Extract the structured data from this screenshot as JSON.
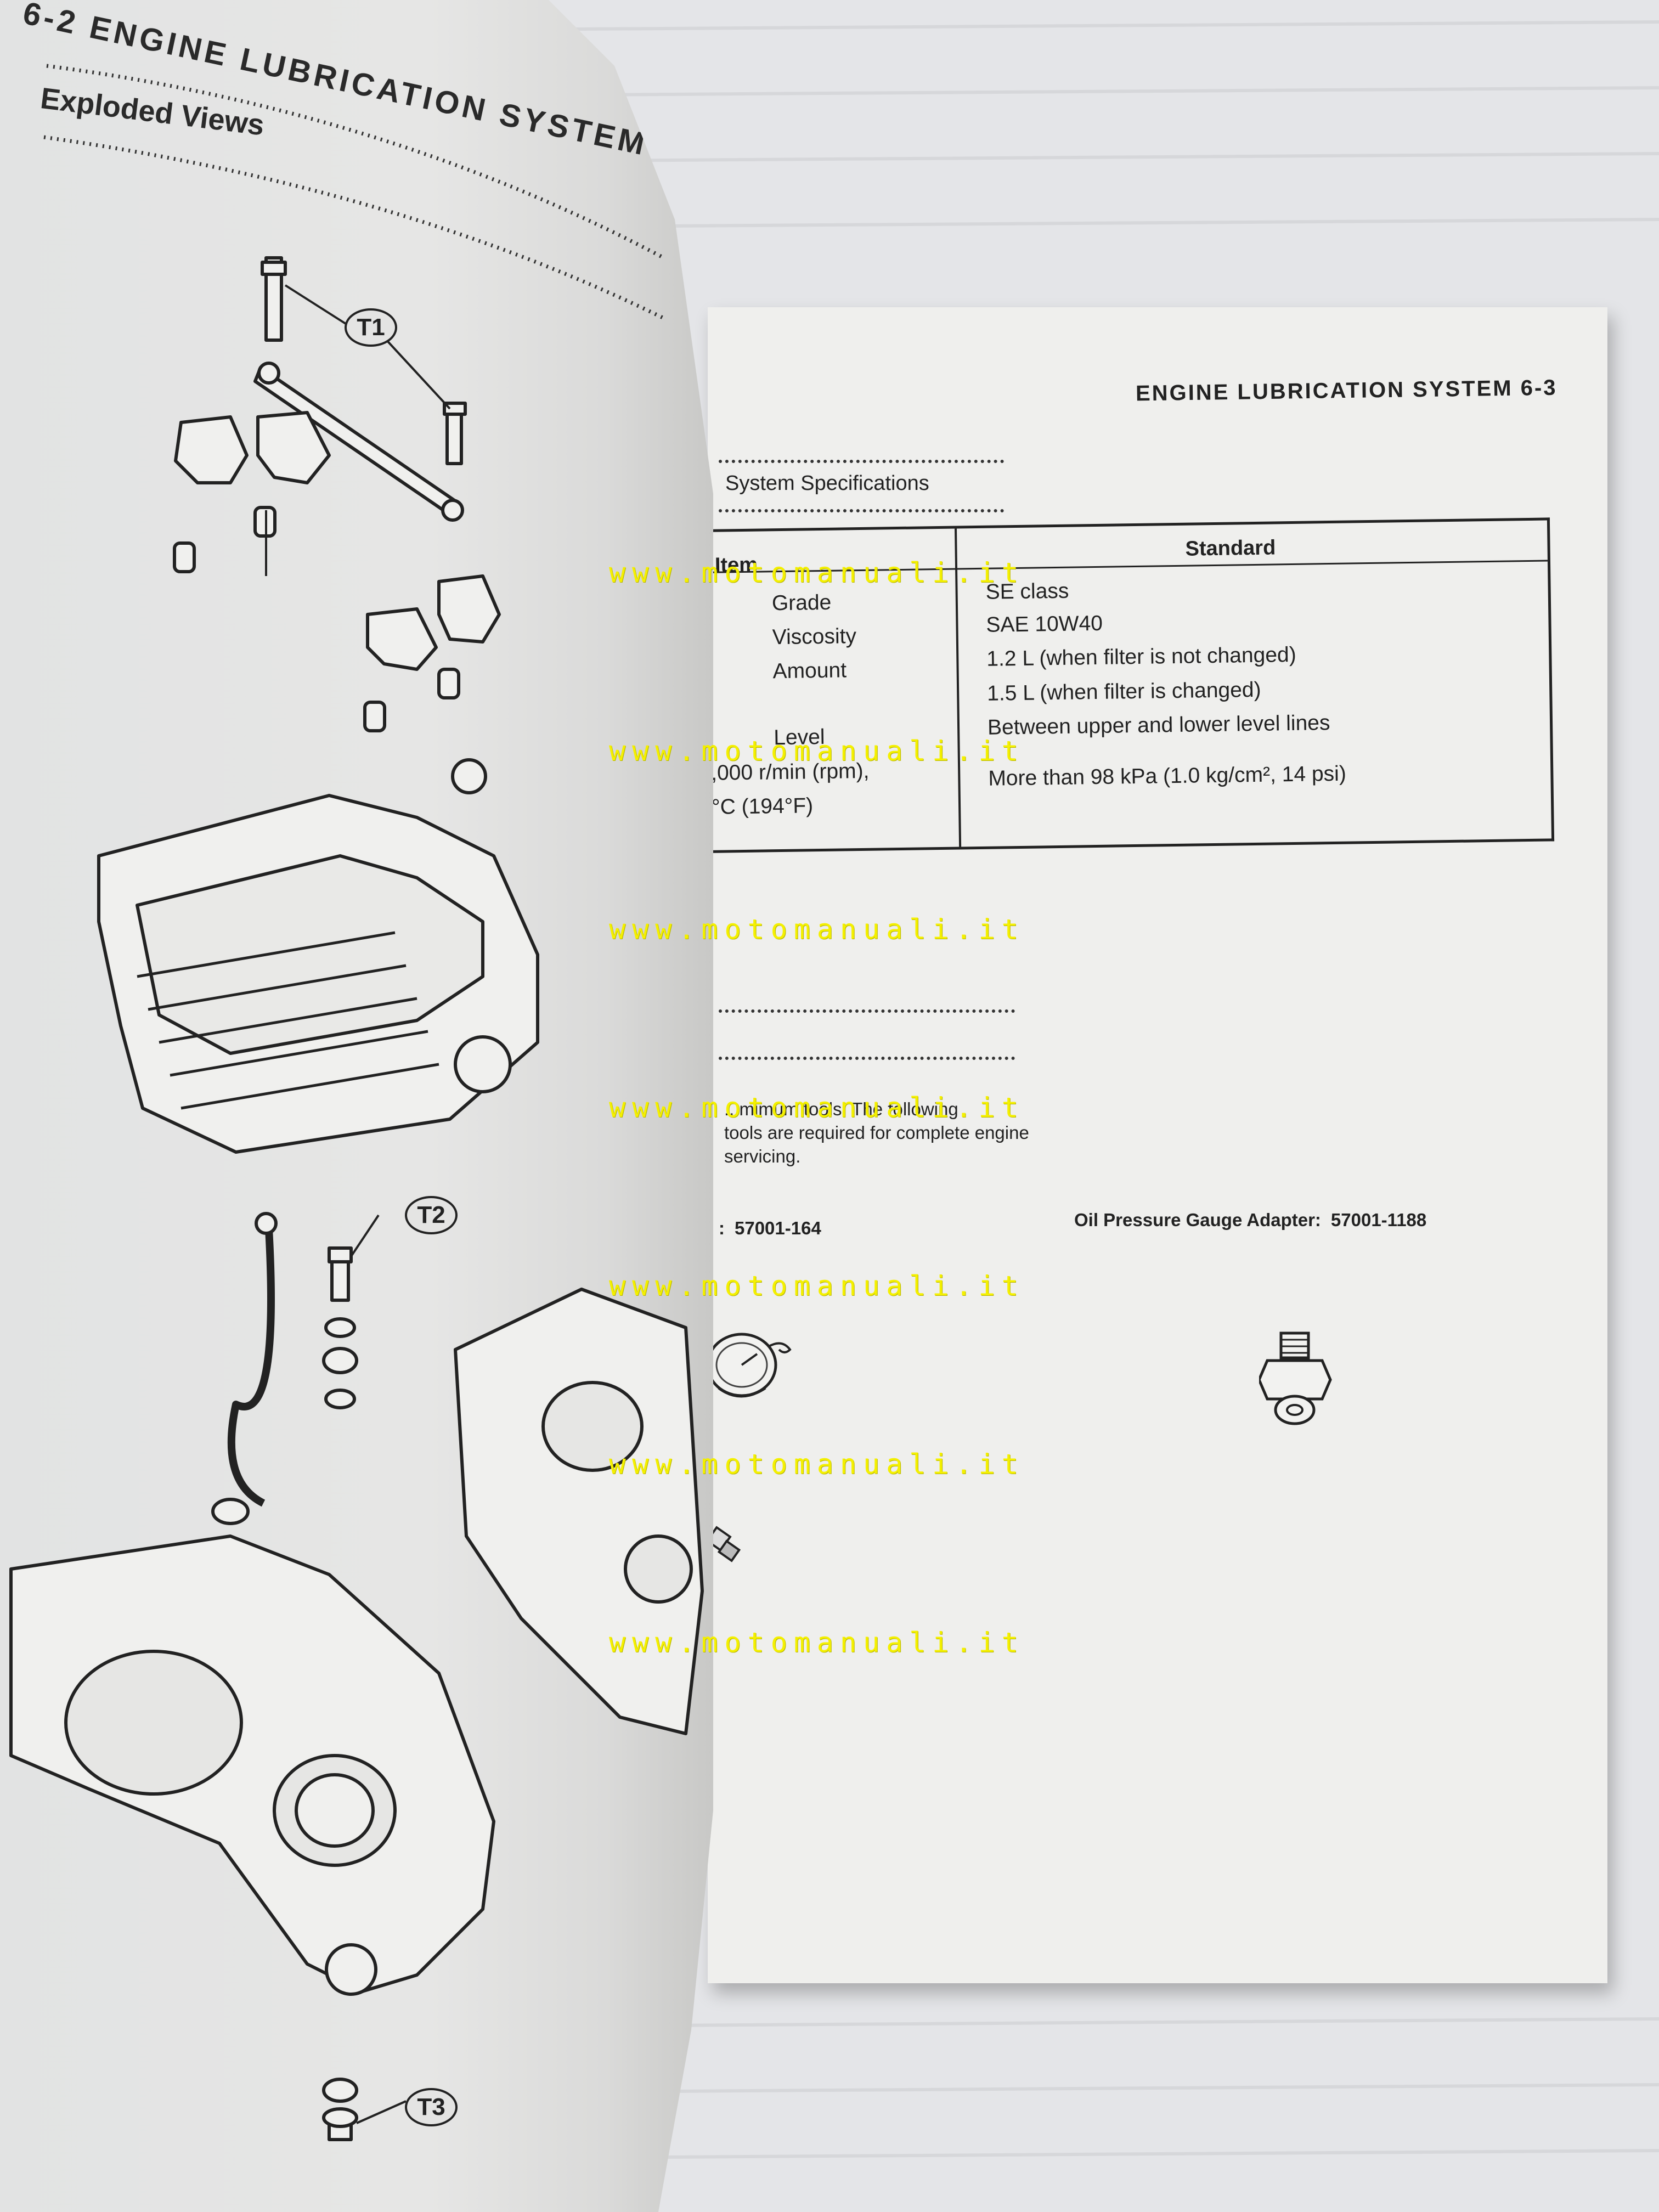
{
  "left_page": {
    "title": "6-2 ENGINE LUBRICATION SYSTEM",
    "subtitle": "Exploded Views",
    "callouts": [
      "T1",
      "T2",
      "T3"
    ]
  },
  "right_page": {
    "header": "ENGINE LUBRICATION SYSTEM 6-3",
    "section_title": "System Specifications",
    "table": {
      "col_item": "Item",
      "col_standard": "Standard",
      "items": [
        "Grade",
        "Viscosity",
        "Amount",
        "Level"
      ],
      "cut_items": [
        ",000 r/min (rpm),",
        "°C (194°F)"
      ],
      "standards": [
        "SE class",
        "SAE 10W40",
        "1.2 L (when filter is not changed)",
        "1.5 L (when filter is changed)",
        "Between upper and lower level lines",
        "More than 98 kPa (1.0 kg/cm², 14 psi)"
      ]
    },
    "body_text": [
      "...mimum tools: The following",
      "tools are required for complete engine",
      "servicing."
    ],
    "tools": [
      {
        "label": "",
        "part_no": "57001-164"
      },
      {
        "label": "Oil Pressure Gauge Adapter:",
        "part_no": "57001-1188"
      }
    ]
  },
  "watermark": "www.motomanuali.it",
  "colors": {
    "watermark": "#f4f000",
    "paper": "#efefed",
    "ink": "#222222"
  }
}
